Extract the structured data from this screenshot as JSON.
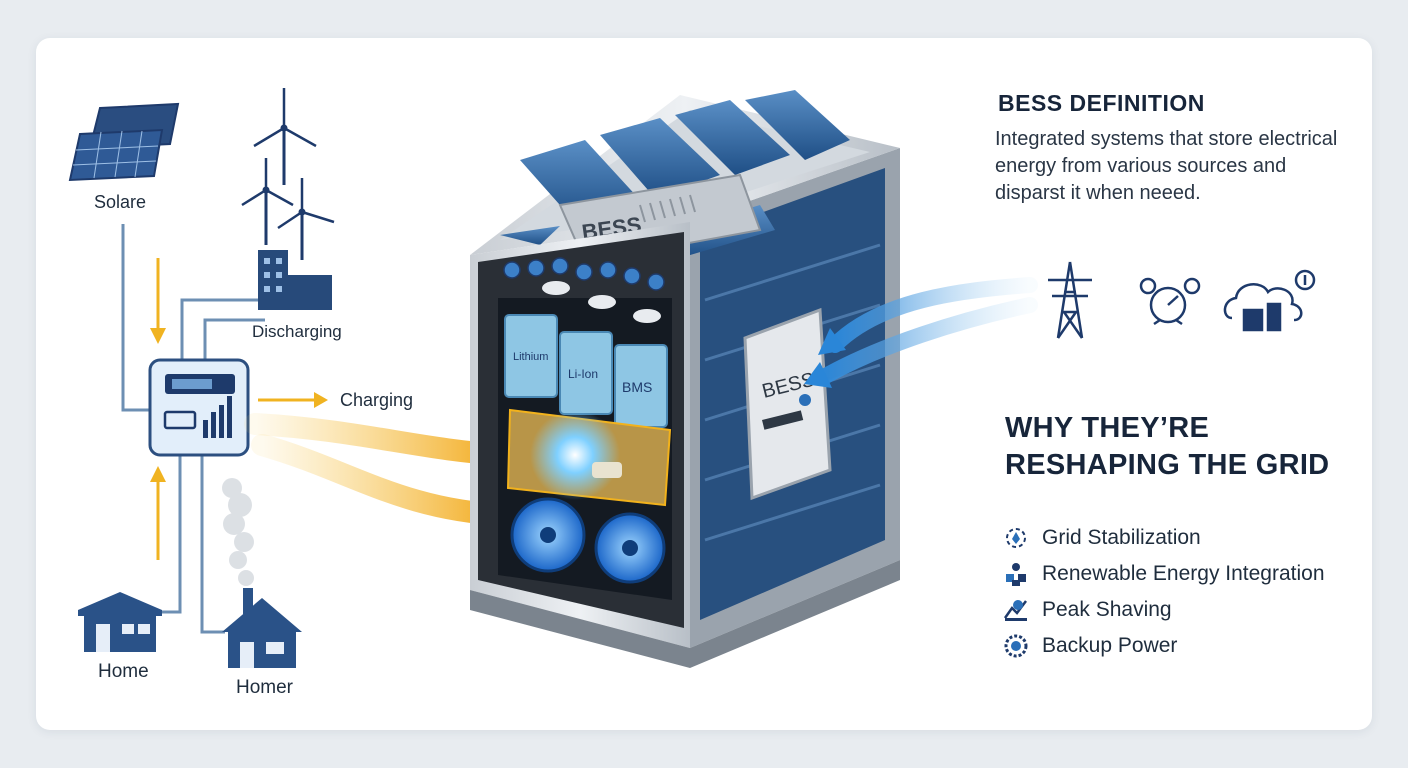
{
  "diagram": {
    "labels": {
      "solar": "Solare",
      "discharging": "Discharging",
      "charging": "Charging",
      "home1": "Home",
      "home2": "Homer"
    },
    "unit": {
      "brand": "BESS",
      "side_panel_brand": "BESS",
      "cells": [
        "Lithium",
        "Li-Ion",
        "BMS"
      ]
    },
    "colors": {
      "navy": "#1e3a6b",
      "flow_yellow": "#f2b21c",
      "flow_blue": "#3a8fd8",
      "battery_blue": "#2f6db0"
    }
  },
  "definition": {
    "heading": "BESS DEFINITION",
    "text": "Integrated systems that store electrical energy from various sources and disparst it when neeed."
  },
  "why": {
    "heading_line1": "WHY THEY’RE",
    "heading_line2": "RESHAPING THE GRID",
    "benefits": [
      {
        "label": "Grid Stabilization",
        "icon": "stabilization-icon"
      },
      {
        "label": "Renewable Energy Integration",
        "icon": "renewable-icon"
      },
      {
        "label": "Peak Shaving",
        "icon": "peak-shaving-icon"
      },
      {
        "label": "Backup Power",
        "icon": "backup-power-icon"
      }
    ]
  }
}
